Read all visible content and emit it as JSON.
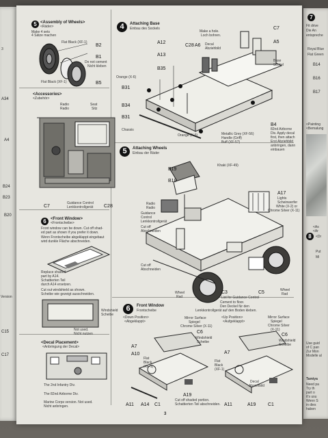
{
  "left_edge": {
    "labels": [
      "3",
      "A34",
      "A4",
      "B24",
      "B23",
      "B20",
      "Version",
      "C15",
      "C17"
    ]
  },
  "step5_small": {
    "number": "5",
    "title": "<Assembly of Wheels>",
    "title_jp": "<Räder>",
    "notes": [
      "Make 4 sets",
      "4 Sätze machen"
    ],
    "labels": {
      "flat_black_xf1": "Flat Black (XF-1)",
      "b2": "B2",
      "b1": "B1",
      "do_not_cement": "Do not cement",
      "nicht_kleben": "Nicht kleben",
      "flat_black_xf1b": "Flat Black (XF-1)",
      "b5": "B5"
    }
  },
  "accessories": {
    "title": "<Accessories>",
    "title_de": "<Zubehör>",
    "radio": "Radio",
    "radio_de": "Radio",
    "seat": "Seat",
    "seat_de": "Sitz",
    "c7": "C7",
    "guidance": "Guidance Control",
    "guidance_de": "Lenkkontrollgerät",
    "c28": "C28"
  },
  "step6_small": {
    "number": "6",
    "title": "<Front Window>",
    "title_de": "<Frontscheibe>",
    "text": [
      "Front window can be down. Cut off shad-",
      "ed part as shown if you prefer it down.",
      "Wenn Frontscheibe abgeklappt eingebaut",
      "wird dunkle Fläche abschneiden."
    ],
    "replace": [
      "Replace shaded",
      "part by A14.",
      "Schattierten Teil",
      "durch A14 ersetzen."
    ],
    "cutoff": "Cut out windshield as shown.",
    "cutoff_de": "Scheibe wie gezeigt ausschneiden.",
    "windshield": "Windshield",
    "windshield_de": "Scheibe",
    "not_used": "Not used.",
    "not_used_de": "Nicht nutzen"
  },
  "decal": {
    "title": "<Decal Placement>",
    "title_de": "<Anbringung der Decal>",
    "inf": "The 2nd Infantry Div.",
    "abn": "The 82nd Airborne Div.",
    "marine": "Marine Corps version. Not used.",
    "marine_de": "Nicht anbringen."
  },
  "step4": {
    "number": "4",
    "title": "Attaching Base",
    "title_de": "Einbau des Sockels",
    "labels": [
      "A12",
      "A13",
      "B35",
      "C28",
      "A6",
      "Decal",
      "Abziehbild",
      "Make a hole.",
      "Loch bohren.",
      "C7",
      "A5",
      "Base",
      "Sockel",
      "Orange (X-6)",
      "B31",
      "B34",
      "B31",
      "Chassis",
      "B4",
      "82nd Airborne",
      "Div. Apply decal",
      "first, then attach",
      "Erst Abziehbild",
      "anbringen, dann",
      "einbauen",
      "Metallic Grey (XF-56)",
      "Handle (Griff)",
      "Buff (XF-57)",
      "Orange (X-6)"
    ]
  },
  "step5": {
    "number": "5",
    "title": "Attaching Wheels",
    "title_de": "Einbau der Räder",
    "labels": [
      "B19",
      "Khaki (XF-49)",
      "B18",
      "Radio",
      "Radio",
      "Guidance",
      "Control",
      "Lenkkontrollgerät",
      "Cut off",
      "Abschneiden",
      "A17",
      "Lights",
      "Scheinwerfer",
      "White (X-2) or",
      "Chrome Silver (X-11)",
      "Cut off",
      "Abschneiden",
      "Wheel",
      "Rad",
      "C3",
      "C5",
      "Wheel",
      "Rad",
      "List for Guidance Control",
      "Cement to floor.",
      "Den Deckel für den",
      "Lenkkontrollgerät auf den Boden kleben."
    ]
  },
  "step6": {
    "number": "6",
    "title": "Front Window",
    "title_de": "Frontscheibe",
    "down": "<Down Position>",
    "down_de": "<Abgeklappt>",
    "up": "<Up Position>",
    "up_de": "<Aufgeklappt>",
    "labels_left": [
      "Mirror Surface",
      "Spiegel",
      "Chrome Silver (X-11)",
      "C6",
      "Windshield",
      "Scheibe",
      "A7",
      "A10",
      "Flat",
      "Black",
      "(XF-1)",
      "A11",
      "A14",
      "C1"
    ],
    "labels_right": [
      "Mirror Surface",
      "Spiegel",
      "Chrome Silver",
      "(X-11)",
      "C6",
      "Windshield",
      "Scheibe",
      "A7",
      "Flat",
      "Black",
      "(XF-1)",
      "Decal",
      "Abziehbild",
      "A11",
      "A19",
      "C1"
    ],
    "cut_note": "Cut off shaded portion.",
    "cut_note_de": "Schattierten Teil abschneiden.",
    "a19": "A19"
  },
  "footer": {
    "page_number": "3"
  },
  "right_edge": {
    "labels": [
      "7",
      "Fit drive",
      "Die An",
      "entspreche",
      "Royal Blue",
      "Flat Green",
      "B14",
      "B16",
      "B17",
      "<Painting",
      "<Bemalung",
      "<As",
      "<Ar",
      "8",
      "<Dr",
      "Put",
      "Mi",
      "Use guid",
      "of C pan",
      "Zur Mon",
      "Modelle al",
      "Tamiya",
      "Need pa",
      "Try th",
      "part o",
      "it's usu",
      "Wenn S",
      "in dies",
      "haben"
    ]
  }
}
